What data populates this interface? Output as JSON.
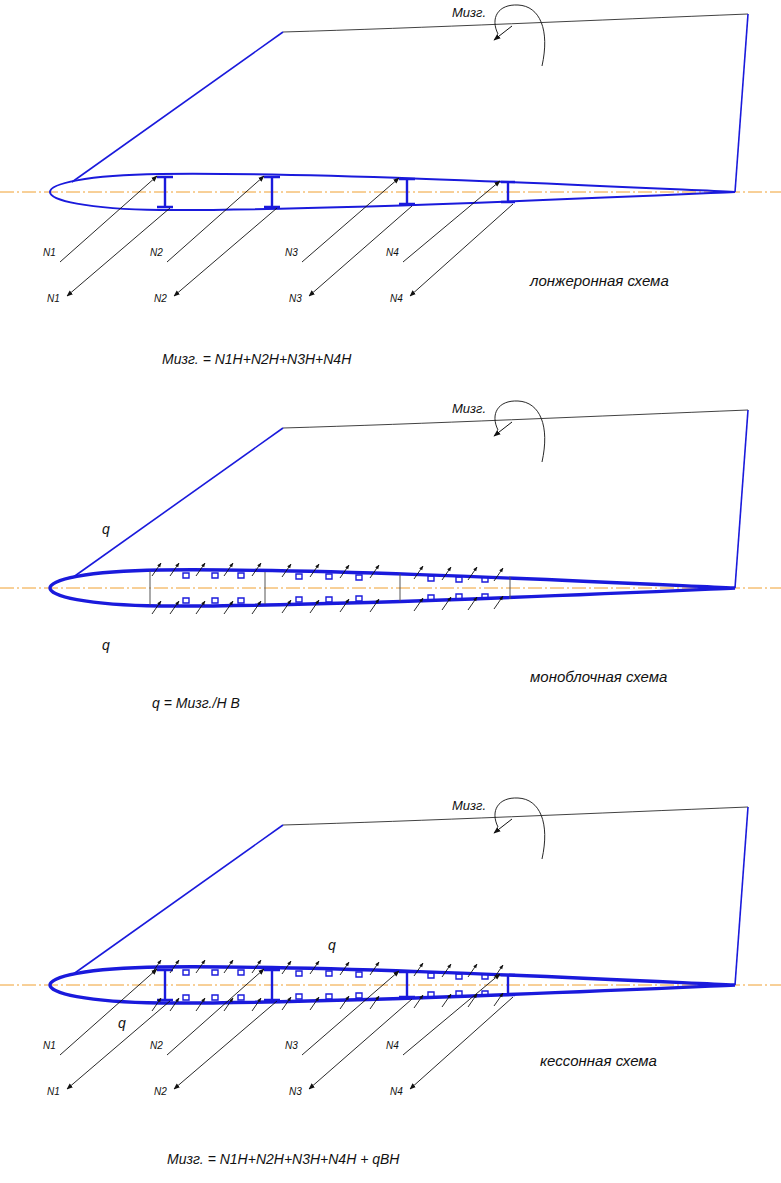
{
  "diagram": {
    "labels": [
      "Mизг.",
      "N1",
      "N1",
      "N2",
      "N2",
      "N3",
      "N3",
      "N4",
      "N4",
      "лонжеронная схема",
      "Mизг. = N1H+N2H+N3H+N4H",
      "Mизг.",
      "q",
      "q",
      "моноблочная схема",
      "q = Mизг./H B",
      "Mизг.",
      "q",
      "q",
      "N1",
      "N1",
      "N2",
      "N2",
      "N3",
      "N3",
      "N4",
      "N4",
      "кессонная схема",
      "Mизг. = N1H+N2H+N3H+N4H + qBH"
    ]
  }
}
